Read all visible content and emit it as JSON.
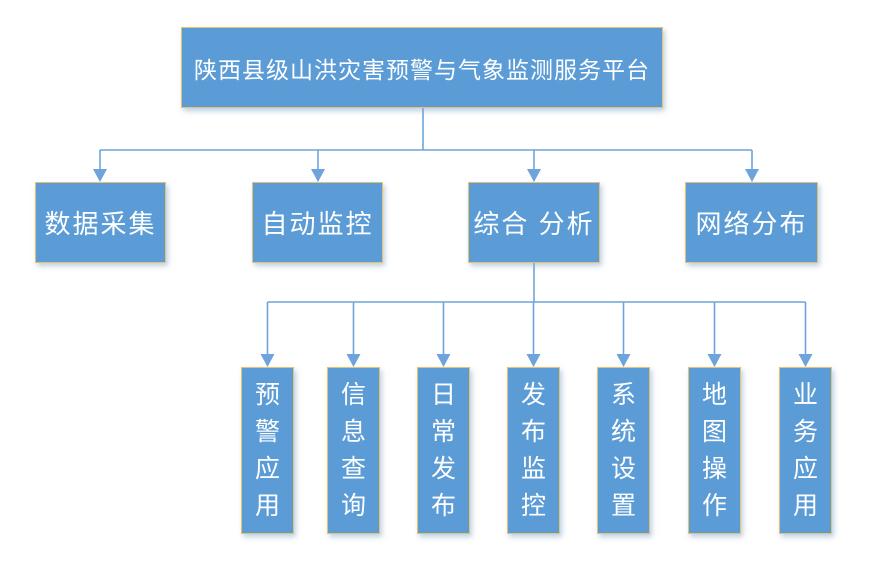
{
  "diagram": {
    "root": {
      "label": "陕西县级山洪灾害预警与气象监测服务平台"
    },
    "level2": [
      {
        "label": "数据采集"
      },
      {
        "label": "自动监控"
      },
      {
        "label": "综合 分析"
      },
      {
        "label": "网络分布"
      }
    ],
    "level3_under": "综合 分析",
    "level3": [
      {
        "label": "预警应用"
      },
      {
        "label": "信息查询"
      },
      {
        "label": "日常发布"
      },
      {
        "label": "发布监控"
      },
      {
        "label": "系统设置"
      },
      {
        "label": "地图操作"
      },
      {
        "label": "业务应用"
      }
    ],
    "colors": {
      "box_fill": "#5B9CD6",
      "box_border": "#E3C272",
      "connector": "#6FA3DC",
      "text": "#FFFFFF",
      "background": "#FFFFFF"
    }
  }
}
